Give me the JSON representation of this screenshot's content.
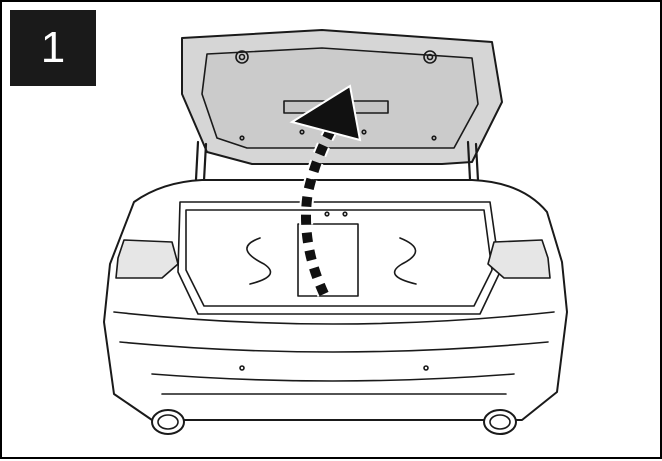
{
  "step": {
    "number": "1"
  },
  "illustration": {
    "subject": "car-rear-trunk-open",
    "arrow_direction": "up",
    "colors": {
      "line": "#1a1a1a",
      "lid_fill": "#d6d6d6",
      "arrow_fill": "#111111",
      "background": "#ffffff"
    }
  }
}
